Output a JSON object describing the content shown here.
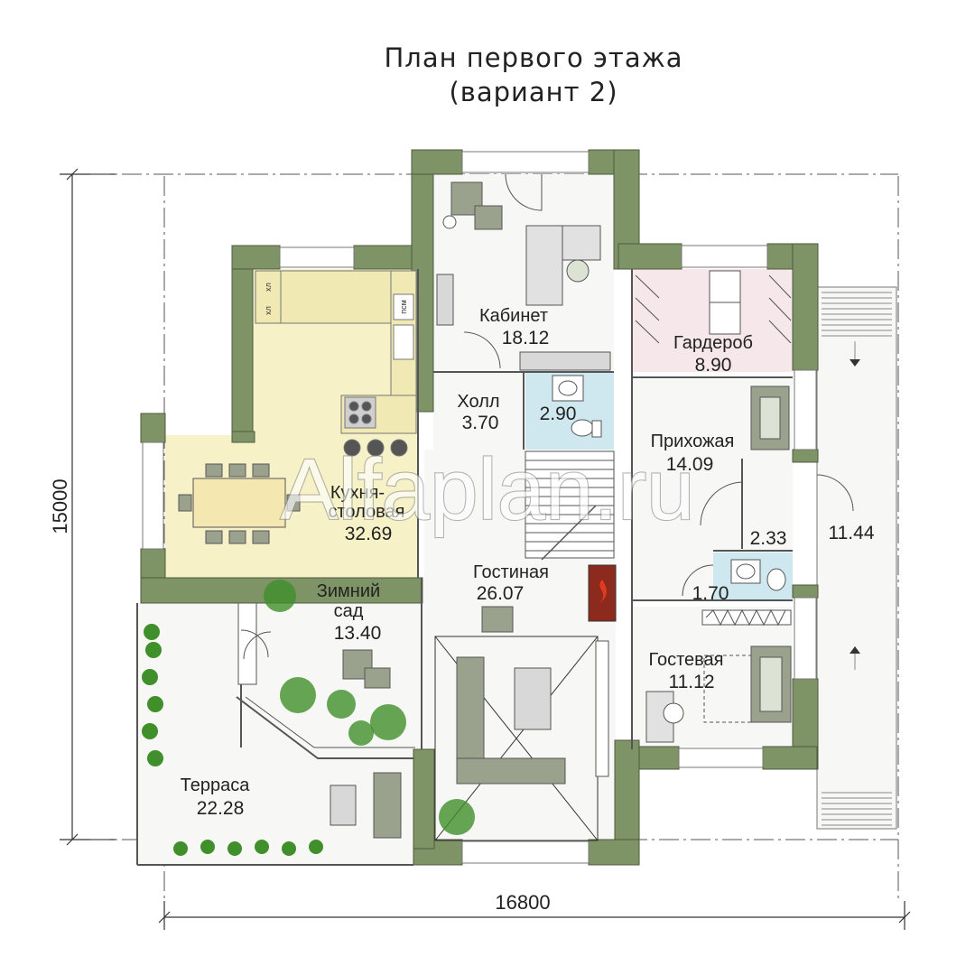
{
  "title": {
    "line1": "План первого этажа",
    "line2": "(вариант 2)"
  },
  "watermark": "Alfaplan.ru",
  "dimensions": {
    "width": "16800",
    "height": "15000"
  },
  "rooms": {
    "kitchen": {
      "name1": "Кухня-",
      "name2": "столовая",
      "area": "32.69"
    },
    "office": {
      "name": "Кабинет",
      "area": "18.12"
    },
    "hall": {
      "name": "Холл",
      "area": "3.70"
    },
    "bath1": {
      "area": "2.90"
    },
    "wardrobe": {
      "name": "Гардероб",
      "area": "8.90"
    },
    "entry": {
      "name": "Прихожая",
      "area": "14.09"
    },
    "storage": {
      "area": "2.33"
    },
    "porch": {
      "area": "11.44"
    },
    "living": {
      "name": "Гостиная",
      "area": "26.07"
    },
    "bath2": {
      "area": "1.70"
    },
    "winter_garden": {
      "name1": "Зимний",
      "name2": "сад",
      "area": "13.40"
    },
    "guest": {
      "name": "Гостевая",
      "area": "11.12"
    },
    "terrace": {
      "name": "Терраса",
      "area": "22.28"
    }
  },
  "labels": {
    "fridge1": "хл",
    "fridge2": "хл",
    "dishwasher": "псм"
  },
  "colors": {
    "wall": "#7f9466",
    "kitchen_floor": "#f6f1c6",
    "wardrobe_floor": "#f5e7ea",
    "bath_floor": "#cfe8ef",
    "floor": "#f7f7f5",
    "plant": "#3f8f2a"
  }
}
